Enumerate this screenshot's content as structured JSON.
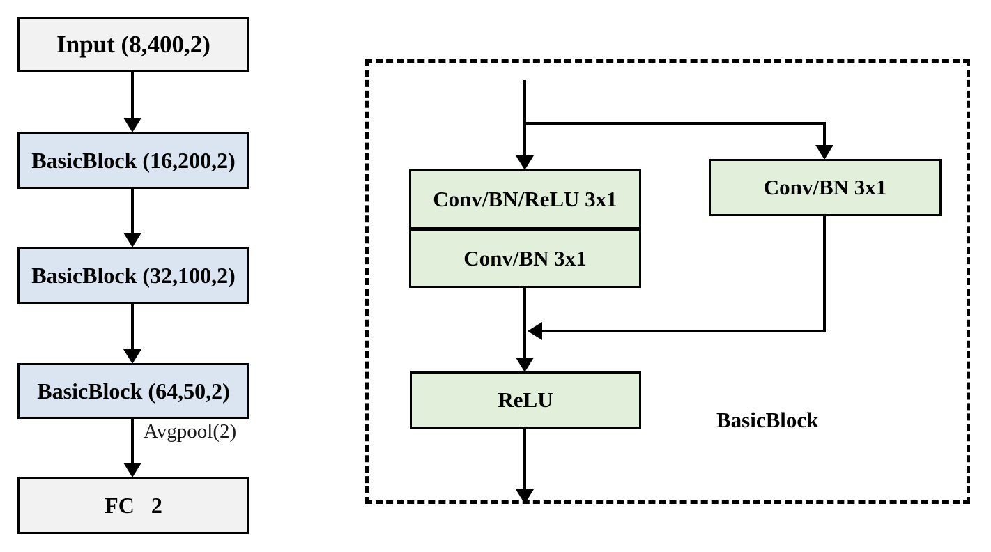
{
  "colors": {
    "bg": "#ffffff",
    "border": "#000000",
    "gray": "#f2f2f2",
    "blue": "#dbe5f1",
    "green": "#e2efda",
    "line": "#000000",
    "text": "#000000"
  },
  "network_overview": {
    "nodes": [
      {
        "label": "Input (8,400,2)",
        "fill": "gray"
      },
      {
        "label": "BasicBlock (16,200,2)",
        "fill": "blue"
      },
      {
        "label": "BasicBlock (32,100,2)",
        "fill": "blue"
      },
      {
        "label": "BasicBlock (64,50,2)",
        "fill": "blue"
      },
      {
        "label": "FC   2",
        "fill": "gray"
      }
    ],
    "avgpool_edge_label": "Avgpool(2)"
  },
  "basicblock_detail": {
    "conv_bn_relu_label": "Conv/BN/ReLU 3x1",
    "conv_bn_label": "Conv/BN 3x1",
    "shortcut_conv_bn_label": "Conv/BN 3x1",
    "relu_label": "ReLU",
    "caption": "BasicBlock"
  }
}
